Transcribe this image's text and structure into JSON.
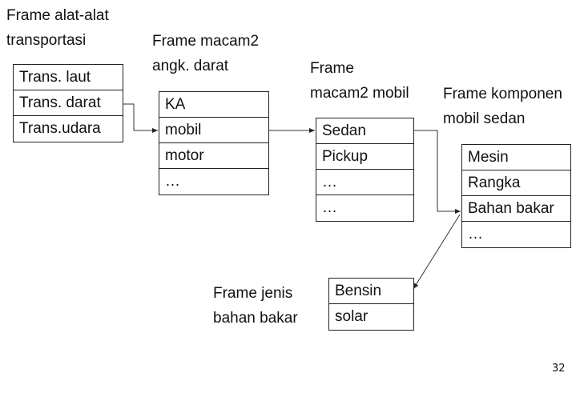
{
  "frames": [
    {
      "title": [
        "Frame alat-alat",
        "transportasi"
      ],
      "slots": [
        "Trans. laut",
        "Trans. darat",
        "Trans.udara"
      ]
    },
    {
      "title": [
        "Frame macam2",
        "angk. darat"
      ],
      "slots": [
        "KA",
        "mobil",
        "motor",
        "…"
      ]
    },
    {
      "title": [
        "Frame",
        "macam2 mobil"
      ],
      "slots": [
        "Sedan",
        "Pickup",
        "…",
        "…"
      ]
    },
    {
      "title": [
        "Frame komponen",
        "mobil sedan"
      ],
      "slots": [
        "Mesin",
        "Rangka",
        "Bahan bakar",
        "…"
      ]
    },
    {
      "title": [
        "Frame jenis",
        "bahan bakar"
      ],
      "slots": [
        "Bensin",
        "solar"
      ]
    }
  ],
  "links": [
    {
      "from": "Trans. darat",
      "to": "mobil"
    },
    {
      "from": "mobil",
      "to": "Sedan"
    },
    {
      "from": "Sedan",
      "to": "Bahan bakar"
    },
    {
      "from": "Bahan bakar",
      "to": "Bensin"
    }
  ],
  "page_number": "32"
}
